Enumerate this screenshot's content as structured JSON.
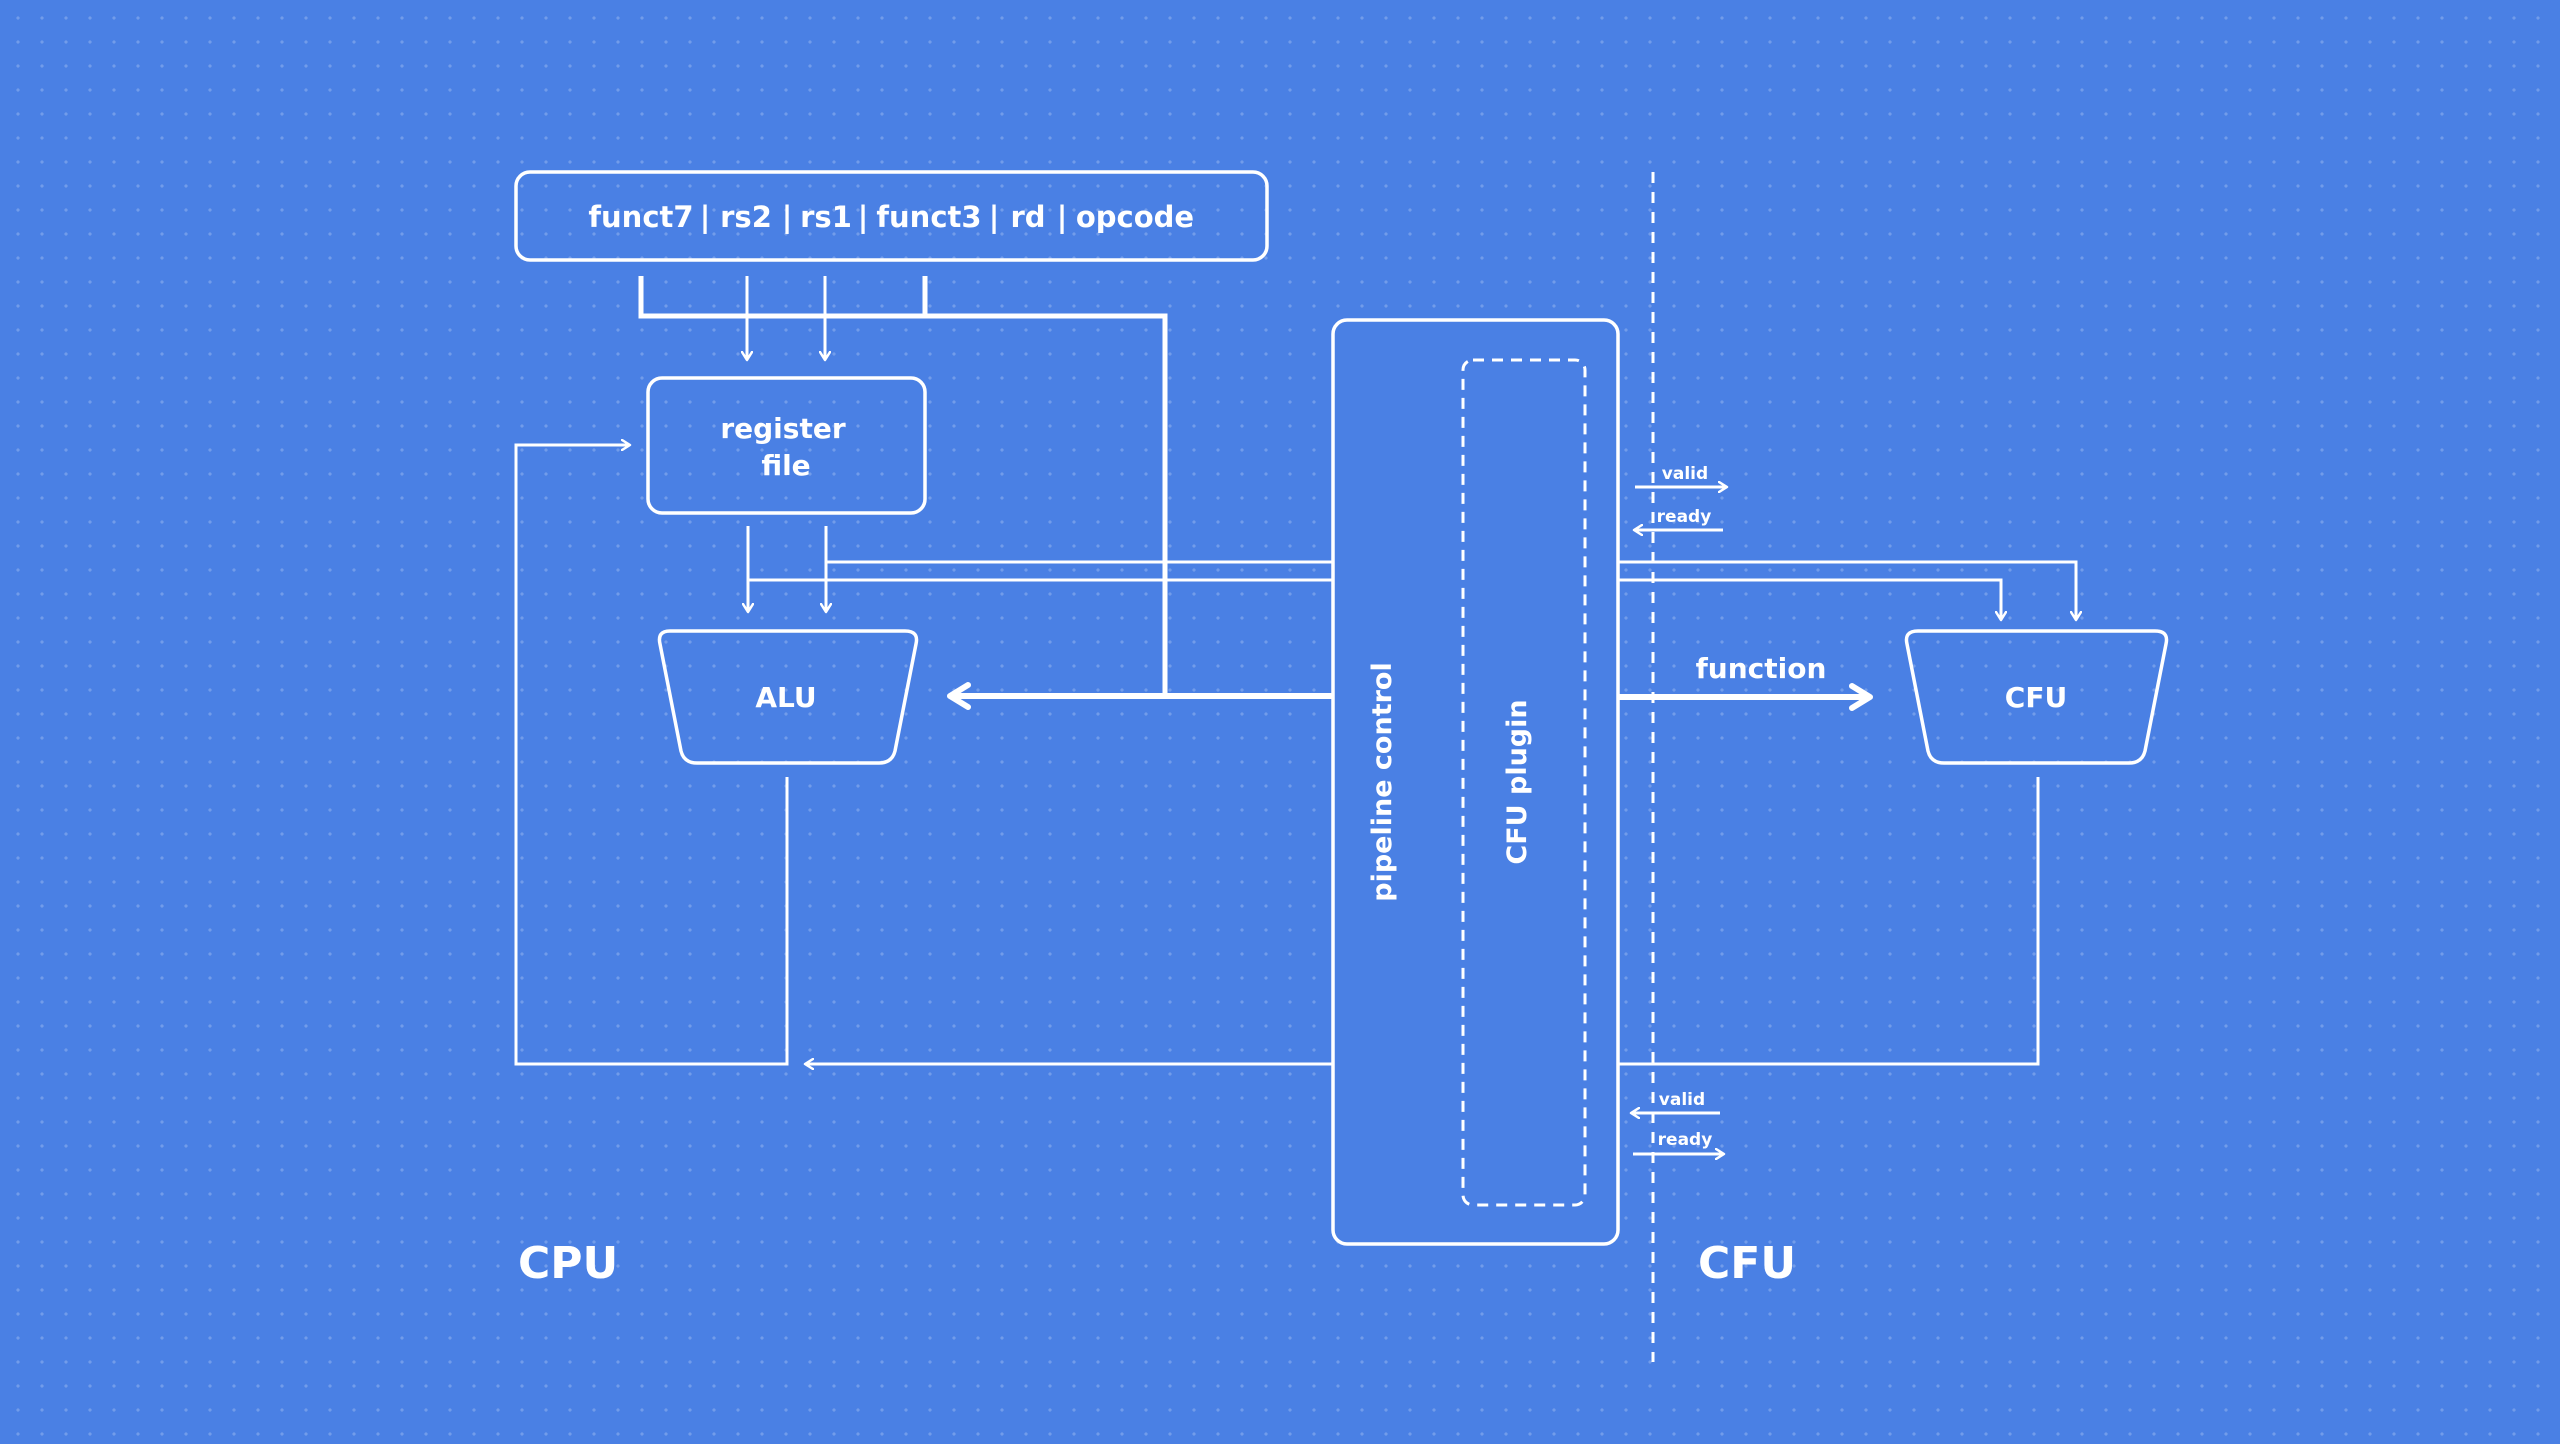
{
  "instruction_fields": [
    "funct7",
    "rs2",
    "rs1",
    "funct3",
    "rd",
    "opcode"
  ],
  "instruction_separator": "|",
  "blocks": {
    "register_file": [
      "register",
      "file"
    ],
    "alu": "ALU",
    "cfu": "CFU",
    "pipeline_control": "pipeline control",
    "cfu_plugin": "CFU plugin"
  },
  "signals": {
    "request_valid": "valid",
    "request_ready": "ready",
    "function": "function",
    "response_valid": "valid",
    "response_ready": "ready"
  },
  "regions": {
    "cpu": "CPU",
    "cfu": "CFU"
  },
  "colors": {
    "background": "#4a80e4",
    "line": "#ffffff"
  }
}
